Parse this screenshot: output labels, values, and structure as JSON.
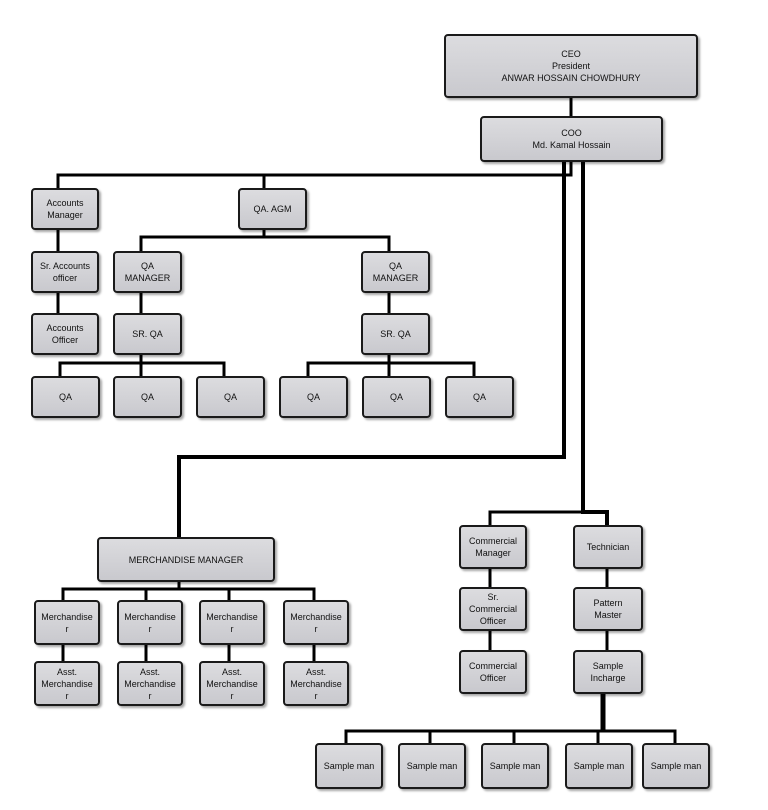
{
  "nodes": {
    "ceo": [
      "CEO",
      "President",
      "ANWAR HOSSAIN CHOWDHURY"
    ],
    "coo": [
      "COO",
      "Md. Kamal Hossain"
    ],
    "accounts_manager": [
      "Accounts",
      "Manager"
    ],
    "sr_accounts_officer": [
      "Sr. Accounts",
      "officer"
    ],
    "accounts_officer": [
      "Accounts",
      "Officer"
    ],
    "qa_agm": [
      "QA. AGM"
    ],
    "qa_manager_left": [
      "QA",
      "MANAGER"
    ],
    "qa_manager_right": [
      "QA",
      "MANAGER"
    ],
    "sr_qa_left": [
      "SR. QA"
    ],
    "sr_qa_right": [
      "SR. QA"
    ],
    "qa_1": [
      "QA"
    ],
    "qa_2": [
      "QA"
    ],
    "qa_3": [
      "QA"
    ],
    "qa_4": [
      "QA"
    ],
    "qa_5": [
      "QA"
    ],
    "qa_6": [
      "QA"
    ],
    "merchandise_manager": [
      "MERCHANDISE MANAGER"
    ],
    "merchandiser_1": [
      "Merchandise",
      "r"
    ],
    "merchandiser_2": [
      "Merchandise",
      "r"
    ],
    "merchandiser_3": [
      "Merchandise",
      "r"
    ],
    "merchandiser_4": [
      "Merchandise",
      "r"
    ],
    "asst_merchandiser_1": [
      "Asst.",
      "Merchandise",
      "r"
    ],
    "asst_merchandiser_2": [
      "Asst.",
      "Merchandise",
      "r"
    ],
    "asst_merchandiser_3": [
      "Asst.",
      "Merchandise",
      "r"
    ],
    "asst_merchandiser_4": [
      "Asst.",
      "Merchandise",
      "r"
    ],
    "commercial_manager": [
      "Commercial",
      "Manager"
    ],
    "sr_commercial_officer": [
      "Sr.",
      "Commercial",
      "Officer"
    ],
    "commercial_officer": [
      "Commercial",
      "Officer"
    ],
    "technician": [
      "Technician"
    ],
    "pattern_master": [
      "Pattern",
      "Master"
    ],
    "sample_incharge": [
      "Sample",
      "Incharge"
    ],
    "sample_man_1": [
      "Sample man"
    ],
    "sample_man_2": [
      "Sample man"
    ],
    "sample_man_3": [
      "Sample man"
    ],
    "sample_man_4": [
      "Sample man"
    ],
    "sample_man_5": [
      "Sample man"
    ]
  }
}
